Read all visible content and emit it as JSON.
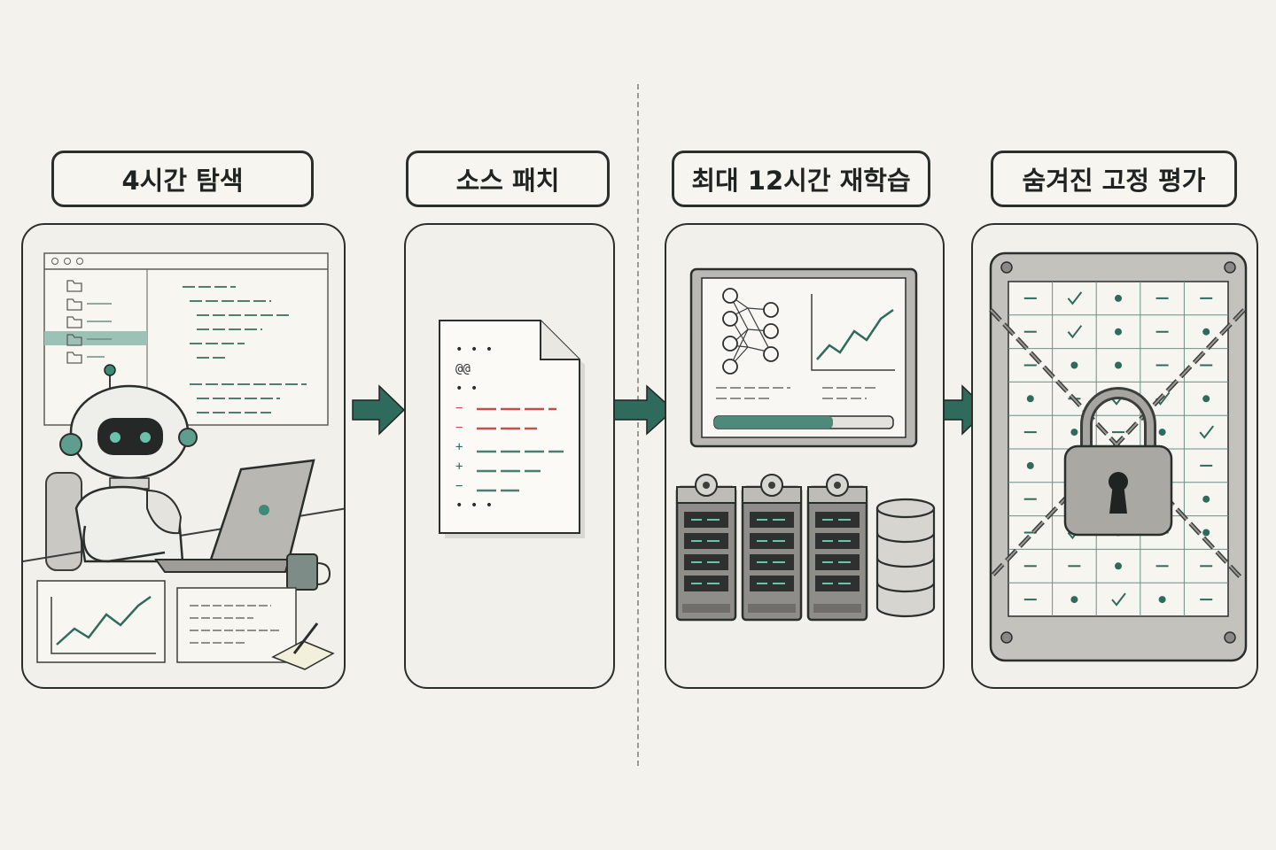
{
  "colors": {
    "ink": "#2b2f2c",
    "accent": "#2f6b5c",
    "accent_light": "#8fb9ad",
    "red": "#c0504d",
    "paper": "#f4f2ec",
    "metal": "#c9c8c3"
  },
  "steps": [
    {
      "label": "4시간 탐색",
      "icon": "robot-at-laptop-icon"
    },
    {
      "label": "소스 패치",
      "icon": "diff-document-icon"
    },
    {
      "label": "최대 12시간 재학습",
      "icon": "training-servers-icon"
    },
    {
      "label": "숨겨진 고정 평가",
      "icon": "locked-grid-icon"
    }
  ],
  "diff_doc": {
    "lines": [
      "• • •",
      "@@",
      "• •",
      "−",
      "−",
      "+",
      "+",
      "−",
      "• • •"
    ]
  }
}
